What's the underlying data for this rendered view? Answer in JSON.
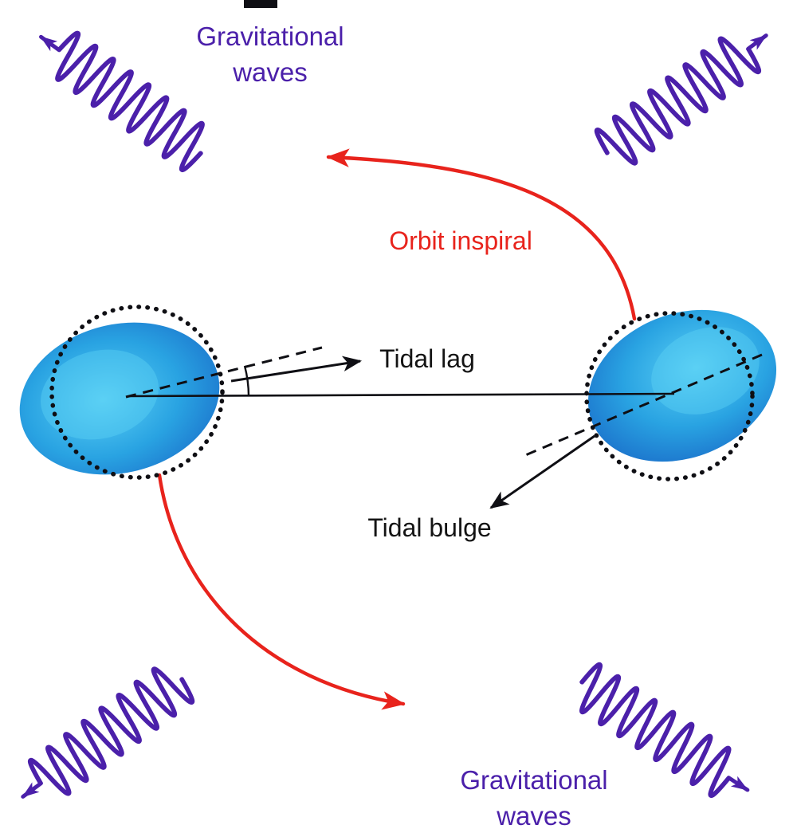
{
  "figure": {
    "labels": {
      "grav_top": {
        "line1": "Gravitational",
        "line2": "waves"
      },
      "grav_bottom": {
        "line1": "Gravitational",
        "line2": "waves"
      },
      "orbit_inspiral": "Orbit inspiral",
      "tidal_lag": "Tidal lag",
      "tidal_bulge": "Tidal bulge"
    },
    "colors": {
      "background": "#ffffff",
      "wave_purple": "#4b20aa",
      "inspiral_red": "#e8231c",
      "label_black": "#141414",
      "line_black": "#0f0f14",
      "star_core_blue": "#5bd0f5",
      "star_mid_blue": "#29a3e2",
      "star_edge_blue": "#1a6dc9"
    }
  }
}
